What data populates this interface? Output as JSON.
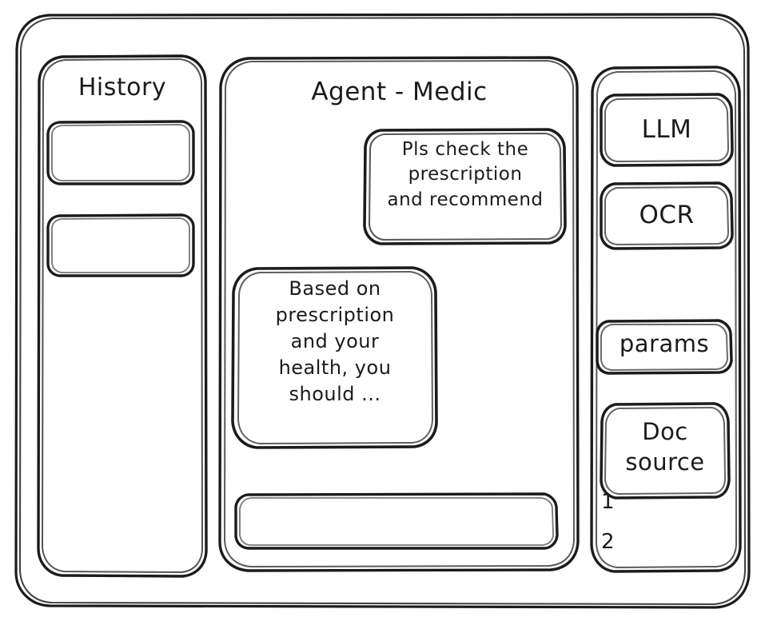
{
  "window": {
    "style": "hand-drawn-wireframe",
    "stroke_color": "#1b1b1b",
    "background_color": "#ffffff"
  },
  "sidebar": {
    "title": "History",
    "items": [
      {
        "label": ""
      },
      {
        "label": ""
      }
    ]
  },
  "main": {
    "title": "Agent - Medic",
    "messages": [
      {
        "role": "user",
        "text": "Pls check the\nprescription\nand recommend"
      },
      {
        "role": "agent",
        "text": "Based on\nprescription\nand your\nhealth, you\nshould ..."
      }
    ],
    "composer": {
      "value": "",
      "placeholder": ""
    }
  },
  "tools": {
    "buttons": [
      {
        "label": "LLM"
      },
      {
        "label": "OCR"
      },
      {
        "label": "params"
      },
      {
        "label": "Doc\nsource"
      }
    ],
    "doc_sources": [
      {
        "label": "1"
      },
      {
        "label": "2"
      }
    ]
  }
}
